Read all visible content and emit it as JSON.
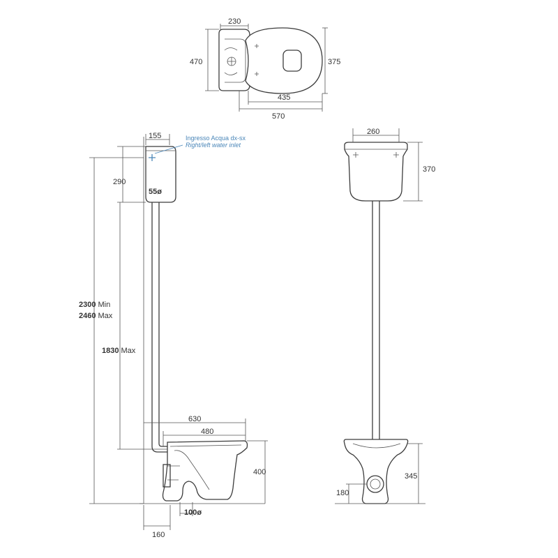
{
  "top_view": {
    "dim_230": "230",
    "dim_470": "470",
    "dim_375": "375",
    "dim_435": "435",
    "dim_570": "570"
  },
  "side_view": {
    "dim_155": "155",
    "water_inlet_it": "Ingresso Acqua dx-sx",
    "water_inlet_en": "Right/left water inlet",
    "dim_290": "290",
    "dim_55": "55ø",
    "dim_2300": "2300",
    "dim_2300_unit": "Min",
    "dim_2460": "2460",
    "dim_2460_unit": "Max",
    "dim_1830": "1830",
    "dim_1830_unit": "Max",
    "dim_630": "630",
    "dim_480": "480",
    "dim_400": "400",
    "dim_100": "100ø",
    "dim_160": "160"
  },
  "front_view": {
    "dim_260": "260",
    "dim_370": "370",
    "dim_345": "345",
    "dim_180": "180"
  }
}
